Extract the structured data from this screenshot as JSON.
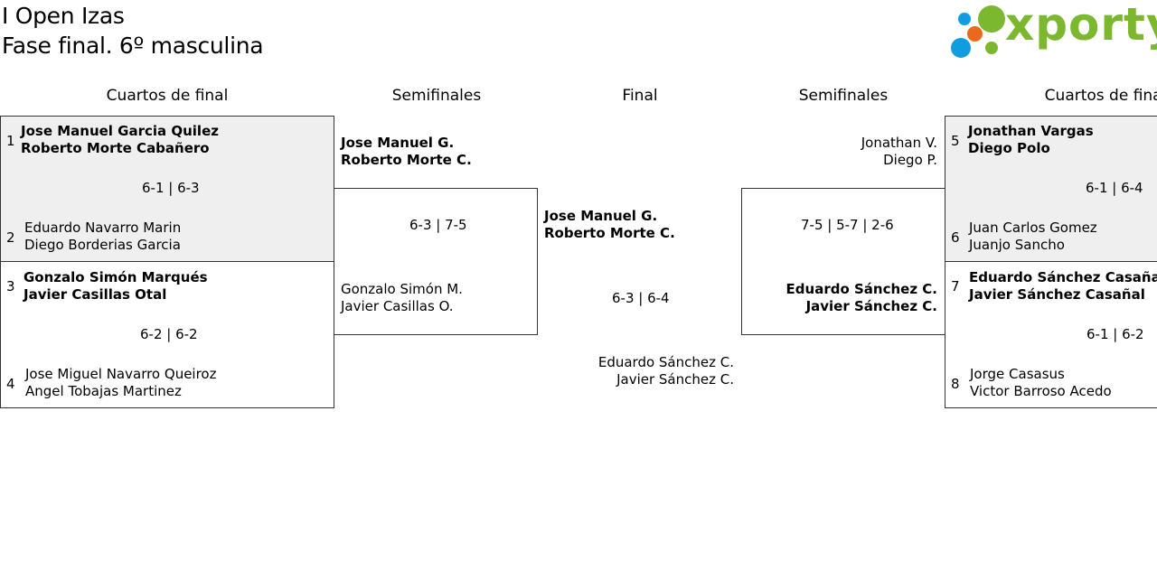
{
  "header": {
    "title_line1": "I Open Izas",
    "title_line2": "Fase final. 6º masculina",
    "logo_text": "xporty",
    "logo_colors": {
      "green": "#7cb82f",
      "blue": "#0f9de0",
      "orange": "#ea6a1b"
    }
  },
  "columns": {
    "qf_left": "Cuartos de final",
    "sf_left": "Semifinales",
    "final": "Final",
    "sf_right": "Semifinales",
    "qf_right": "Cuartos de final"
  },
  "quarterfinals": [
    {
      "seed_a": "1",
      "a1": "Jose Manuel Garcia Quilez",
      "a2": "Roberto Morte Cabañero",
      "score": "6-1 | 6-3",
      "seed_b": "2",
      "b1": "Eduardo Navarro Marin",
      "b2": "Diego Borderias Garcia"
    },
    {
      "seed_a": "3",
      "a1": "Gonzalo Simón Marqués",
      "a2": "Javier Casillas Otal",
      "score": "6-2 | 6-2",
      "seed_b": "4",
      "b1": "Jose Miguel Navarro Queiroz",
      "b2": "Angel Tobajas Martinez"
    },
    {
      "seed_a": "5",
      "a1": "Jonathan Vargas",
      "a2": "Diego Polo",
      "score": "6-1 | 6-4",
      "seed_b": "6",
      "b1": "Juan Carlos Gomez",
      "b2": "Juanjo Sancho"
    },
    {
      "seed_a": "7",
      "a1": "Eduardo Sánchez Casañal",
      "a2": "Javier Sánchez Casañal",
      "score": "6-1 | 6-2",
      "seed_b": "8",
      "b1": "Jorge Casasus",
      "b2": "Victor Barroso Acedo"
    }
  ],
  "semifinals": [
    {
      "a1": "Jose Manuel G.",
      "a2": "Roberto Morte C.",
      "score": "6-3 | 7-5",
      "b1": "Gonzalo Simón M.",
      "b2": "Javier Casillas O."
    },
    {
      "a1": "Jonathan V.",
      "a2": "Diego P.",
      "score": "7-5 | 5-7 | 2-6",
      "b1": "Eduardo Sánchez C.",
      "b2": "Javier Sánchez C."
    }
  ],
  "final": {
    "a1": "Jose Manuel G.",
    "a2": "Roberto Morte C.",
    "score": "6-3 | 6-4",
    "b1": "Eduardo Sánchez C.",
    "b2": "Javier Sánchez C."
  }
}
